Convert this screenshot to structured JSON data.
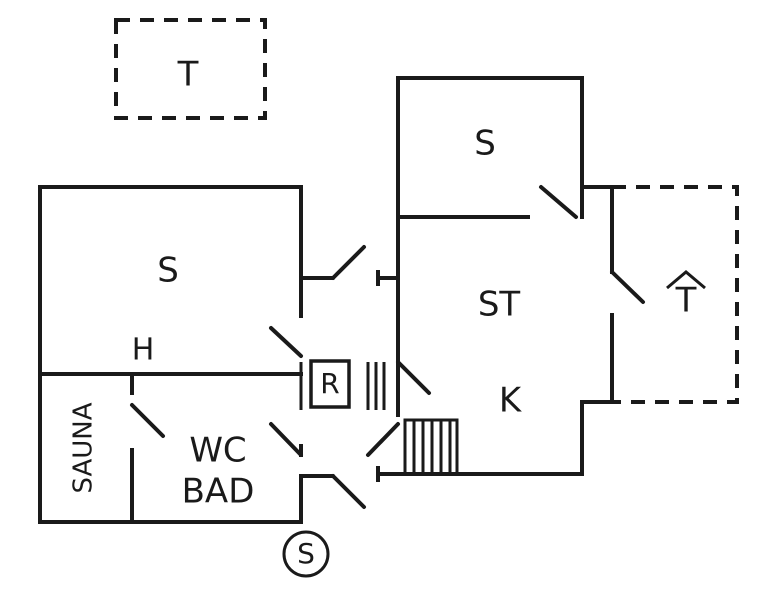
{
  "labels": {
    "terrace_top": "T",
    "bedroom_top": "S",
    "bedroom_left": "S",
    "hall": "H",
    "living": "ST",
    "kitchen": "K",
    "terrace_right": "T",
    "wc_line1": "WC",
    "wc_line2": "BAD",
    "sauna": "SAUNA",
    "storage": "R",
    "sauna_symbol": "S"
  }
}
